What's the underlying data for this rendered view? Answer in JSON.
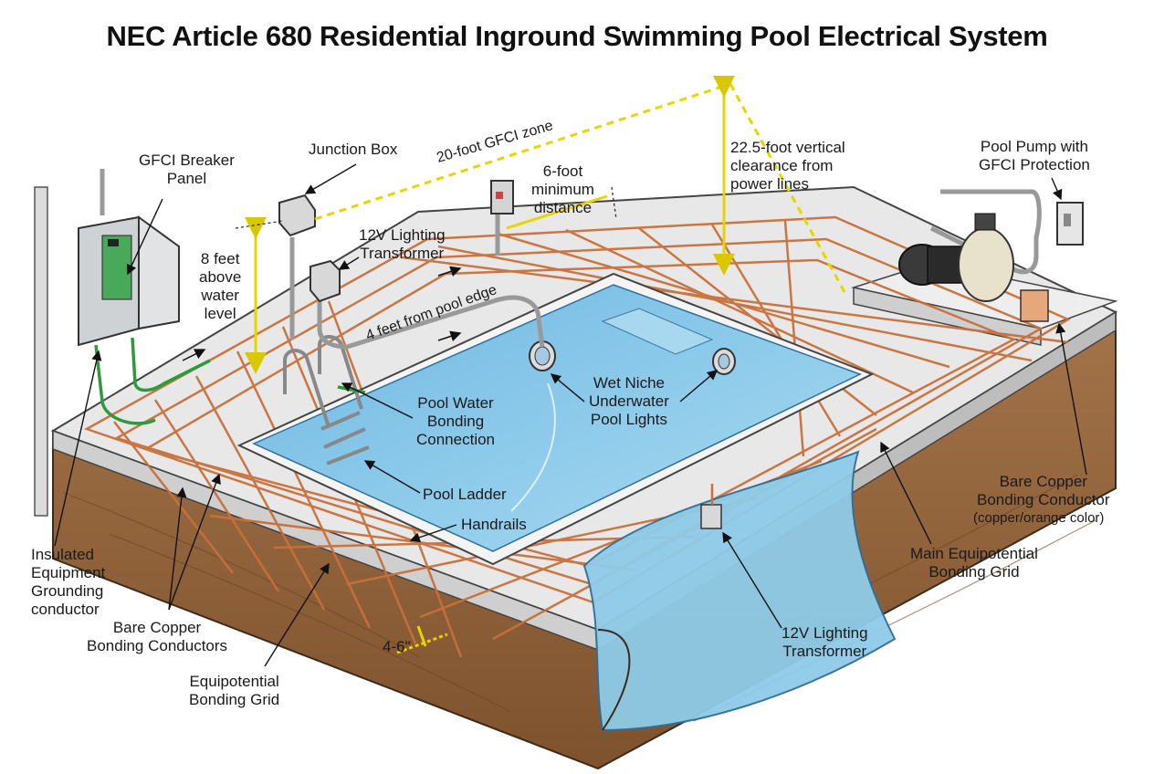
{
  "title": "NEC Article 680 Residential Inground Swimming Pool Electrical System",
  "colors": {
    "water": "#8fcbe8",
    "water_deep": "#5aa8d6",
    "concrete": "#e6e6e6",
    "soil": "#9a6a3e",
    "copper": "#c8703a",
    "green_wire": "#2e9a3a",
    "dimension": "#f2e41a"
  },
  "labels": {
    "gfci_panel": "GFCI Breaker\nPanel",
    "junction_box": "Junction Box",
    "gfci_zone": "20-foot GFCI zone",
    "six_foot": "6-foot\nminimum\ndistance",
    "vertical_clearance": "22.5-foot vertical\nclearance from\npower lines",
    "pool_pump": "Pool Pump with\nGFCI Protection",
    "transformer_top": "12V Lighting\nTransformer",
    "eight_feet": "8 feet\nabove\nwater\nlevel",
    "four_feet": "4 feet from pool edge",
    "water_bonding": "Pool Water\nBonding\nConnection",
    "wet_niche": "Wet Niche\nUnderwater\nPool Lights",
    "pool_ladder": "Pool Ladder",
    "handrails": "Handrails",
    "bare_copper_right": "Bare Copper\nBonding Conductor",
    "copper_color": "(copper/orange color)",
    "main_grid": "Main Equipotential\nBonding Grid",
    "insulated": "Insulated\nEquipment\nGrounding\nconductor",
    "bare_copper_left": "Bare Copper\nBonding Conductors",
    "depth": "4-6\"",
    "grid_left": "Equipotential\nBonding Grid",
    "transformer_bottom": "12V Lighting\nTransformer"
  }
}
